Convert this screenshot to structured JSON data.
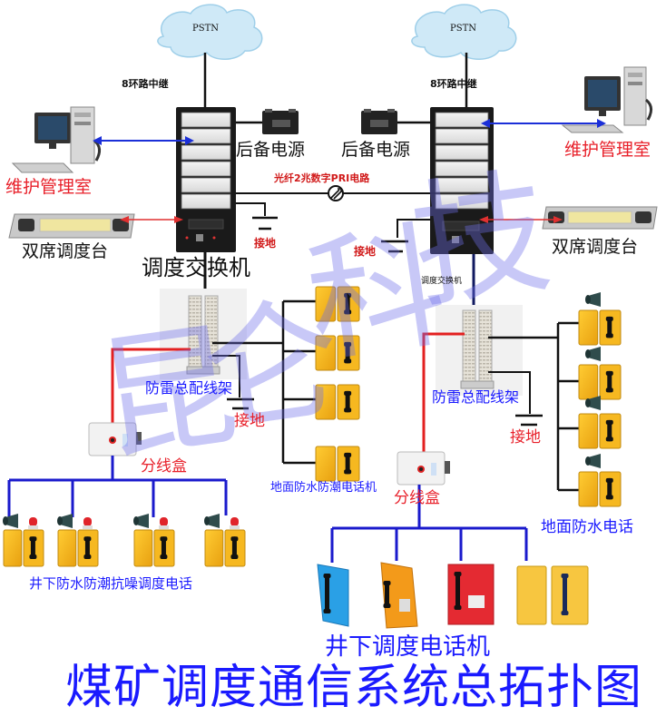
{
  "diagram": {
    "title": "煤矿调度通信系统总拓扑图",
    "watermark": [
      "昆",
      "仑",
      "科",
      "技"
    ],
    "colors": {
      "title": "#1a1aff",
      "red_label": "#e8202a",
      "blue_label": "#1a1aff",
      "wire_black": "#111111",
      "wire_red": "#e32020",
      "wire_blue": "#1a1acc",
      "link_blue": "#1b2fd8",
      "link_red": "#e03030",
      "cloud": "#c9e6f5"
    },
    "left_site": {
      "pstn_label": "PSTN",
      "trunk_label": "8环路中继",
      "backup_power_label": "后备电源",
      "maintenance_label": "维护管理室",
      "console_label": "双席调度台",
      "switch_label": "调度交换机",
      "ground_label_1": "接地",
      "mdf_label": "防雷总配线架",
      "ground_label_2": "接地",
      "junction_box_label": "分线盒",
      "surface_phones_label": "地面防水防潮电话机",
      "underground_phones_label": "井下防水防潮抗噪调度电话"
    },
    "right_site": {
      "pstn_label": "PSTN",
      "trunk_label": "8环路中继",
      "backup_power_label": "后备电源",
      "maintenance_label": "维护管理室",
      "console_label": "双席调度台",
      "switch_label": "调度交换机",
      "ground_label_1": "接地",
      "mdf_label": "防雷总配线架",
      "ground_label_2": "接地",
      "junction_box_label": "分线盒",
      "surface_phones_label": "地面防水电话",
      "underground_phones_label": "井下调度电话机"
    },
    "link_label": "光纤2兆数字PRI电路"
  }
}
